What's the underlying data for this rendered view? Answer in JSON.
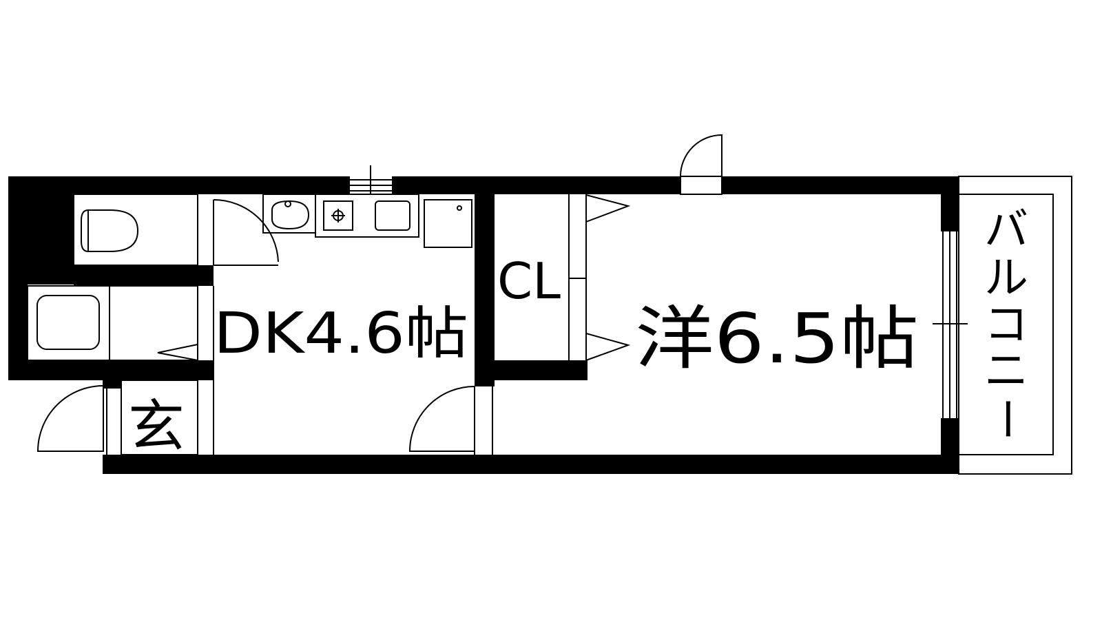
{
  "floor_plan": {
    "rooms": {
      "dining_kitchen": "DK4.6帖",
      "closet": "CL",
      "western_room": "洋6.5帖",
      "entrance": "玄",
      "balcony": [
        "バ",
        "ル",
        "コ",
        "ニ",
        "ー"
      ]
    },
    "colors": {
      "wall": "#000000",
      "background": "#ffffff"
    }
  }
}
